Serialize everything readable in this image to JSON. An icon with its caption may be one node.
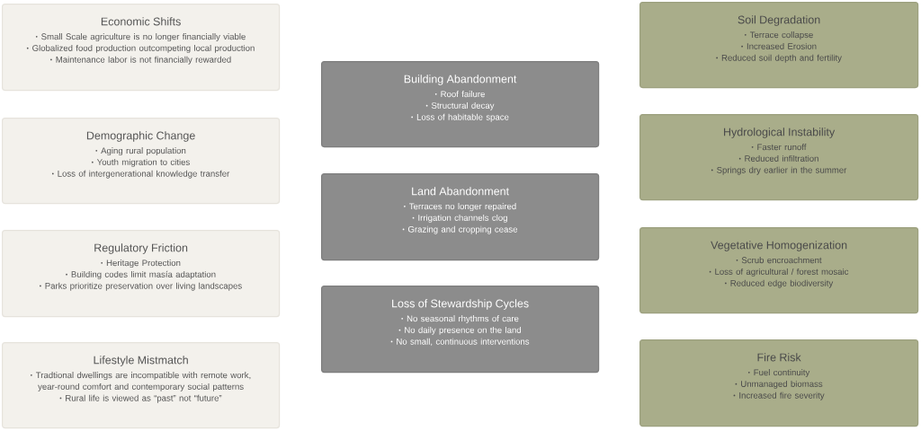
{
  "diagram": {
    "nodes": [
      {
        "text": [
          "Economic Shifts",
          "Small Scale agriculture is no longer financially viable",
          "Globalized food production outcompeting local production",
          "Maintenance labor is not financially rewarded"
        ]
      },
      {
        "text": [
          "Demographic Change",
          "Aging rural population",
          "Youth migration to cities",
          "Loss of intergenerational knowledge transfer"
        ]
      },
      {
        "text": [
          "Regulatory Friction",
          "Heritage Protection",
          "Building codes limit masía adaptation",
          "Parks prioritize preservation over living landscapes"
        ]
      },
      {
        "text": [
          "Lifestyle Mistmatch",
          "Tradtional dwellings are incompatible with remote work, year-round comfort and contemporary social patterns",
          "Rural life is viewed as “past” not “future”"
        ]
      },
      {
        "text": [
          "Building Abandonment",
          "Roof failure",
          "Structural decay",
          "Loss of habitable space"
        ]
      },
      {
        "text": [
          "Land Abandonment",
          "Terraces no longer repaired",
          "Irrigation channels clog",
          "Grazing and cropping cease"
        ]
      },
      {
        "text": [
          "Loss of Stewardship Cycles",
          "No seasonal rhythms of care",
          "No daily presence on the land",
          "No small, continuous interventions"
        ]
      },
      {
        "text": [
          "Soil Degradation",
          "Terrace collapse",
          "Increased Erosion",
          "Reduced soil depth and fertility"
        ]
      },
      {
        "text": [
          "Hydrological Instability",
          "Faster runoff",
          "Reduced infiltration",
          "Springs dry earlier in the summer"
        ]
      },
      {
        "text": [
          "Vegetative Homogenization",
          "Scrub encroachment",
          "Loss of agricultural / forest mosaic",
          "Reduced edge biodiversity"
        ]
      },
      {
        "text": [
          "Fire Risk",
          "Fuel continuity",
          "Unmanaged biomass",
          "Increased fire severity"
        ]
      }
    ]
  }
}
